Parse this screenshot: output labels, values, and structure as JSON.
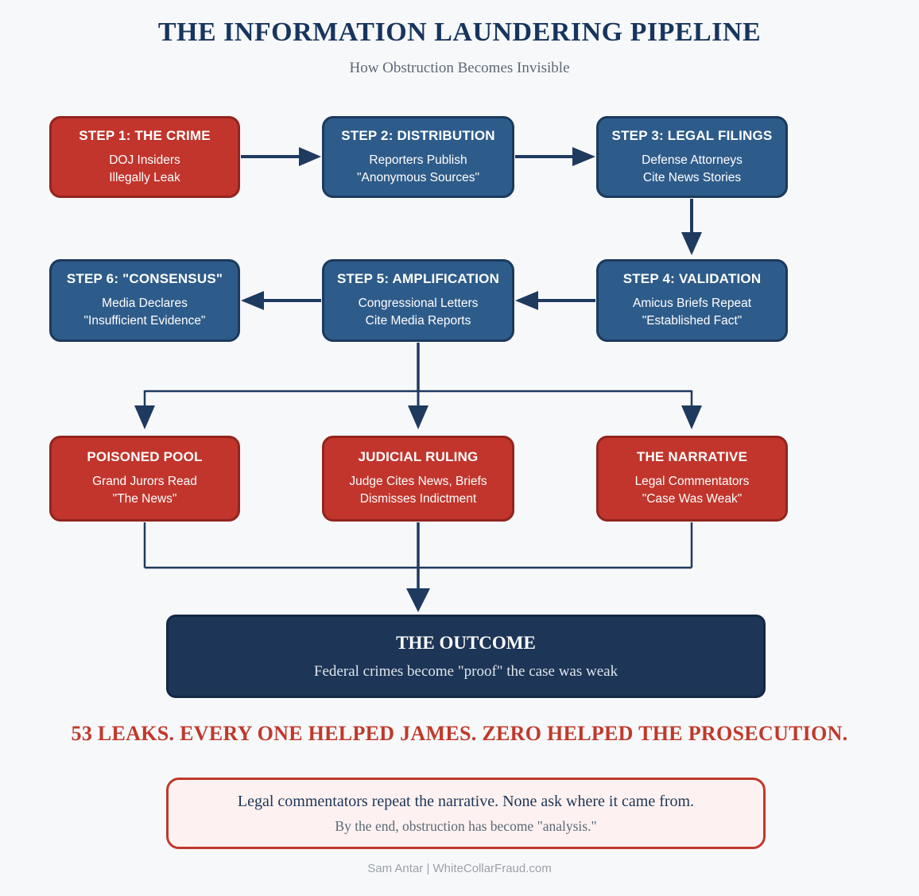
{
  "page": {
    "title": "THE INFORMATION LAUNDERING PIPELINE",
    "subtitle": "How Obstruction Becomes Invisible",
    "footer": "Sam Antar | WhiteCollarFraud.com"
  },
  "colors": {
    "background": "#f7f8fa",
    "red_box": "#c1352c",
    "red_box_border": "#92251e",
    "navy_box": "#2e5c8a",
    "navy_box_border": "#1c3a5e",
    "outcome_banner": "#1d3557",
    "connector": "#1f3a5f",
    "headline_red": "#c0392b",
    "note_background": "#fdf2f1",
    "note_border": "#c0392b"
  },
  "steps": [
    {
      "title": "STEP 1: THE CRIME",
      "line1": "DOJ Insiders",
      "line2": "Illegally Leak",
      "color": "red"
    },
    {
      "title": "STEP 2: DISTRIBUTION",
      "line1": "Reporters Publish",
      "line2": "\"Anonymous Sources\"",
      "color": "navy"
    },
    {
      "title": "STEP 3: LEGAL FILINGS",
      "line1": "Defense Attorneys",
      "line2": "Cite News Stories",
      "color": "navy"
    },
    {
      "title": "STEP 6: \"CONSENSUS\"",
      "line1": "Media Declares",
      "line2": "\"Insufficient Evidence\"",
      "color": "navy"
    },
    {
      "title": "STEP 5: AMPLIFICATION",
      "line1": "Congressional Letters",
      "line2": "Cite Media Reports",
      "color": "navy"
    },
    {
      "title": "STEP 4: VALIDATION",
      "line1": "Amicus Briefs Repeat",
      "line2": "\"Established Fact\"",
      "color": "navy"
    }
  ],
  "results": [
    {
      "title": "POISONED POOL",
      "line1": "Grand Jurors Read",
      "line2": "\"The News\""
    },
    {
      "title": "JUDICIAL RULING",
      "line1": "Judge Cites News, Briefs",
      "line2": "Dismisses Indictment"
    },
    {
      "title": "THE NARRATIVE",
      "line1": "Legal Commentators",
      "line2": "\"Case Was Weak\""
    }
  ],
  "outcome": {
    "title": "THE OUTCOME",
    "text": "Federal crimes become \"proof\" the case was weak"
  },
  "headline": "53 LEAKS. EVERY ONE HELPED JAMES. ZERO HELPED THE PROSECUTION.",
  "note": {
    "line1": "Legal commentators repeat the narrative. None ask where it came from.",
    "line2": "By the end, obstruction has become \"analysis.\""
  }
}
